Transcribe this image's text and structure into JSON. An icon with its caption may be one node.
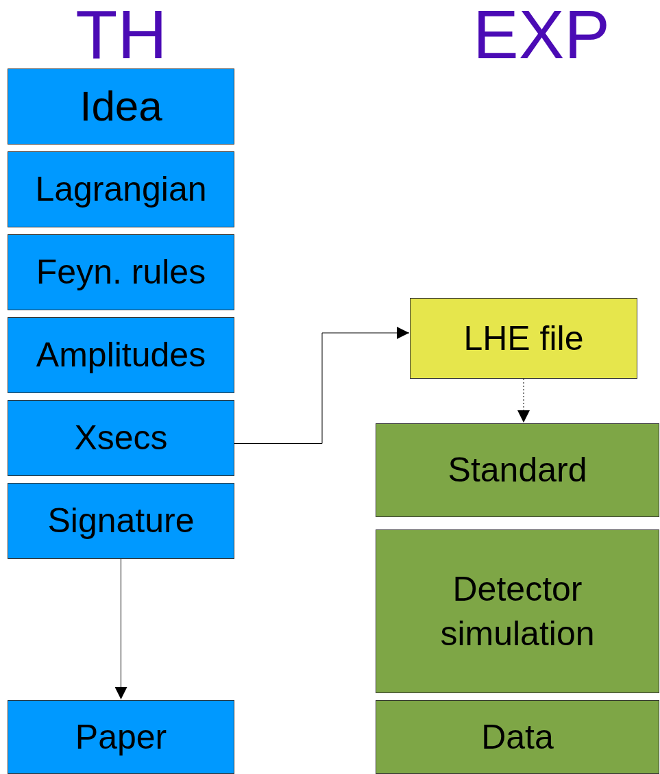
{
  "diagram": {
    "nodes": [
      {
        "text": [
          "Idea"
        ]
      },
      {
        "text": [
          "Lagrangian"
        ]
      },
      {
        "text": [
          "Feyn. rules"
        ]
      },
      {
        "text": [
          "Amplitudes"
        ]
      },
      {
        "text": [
          "Xsecs"
        ]
      },
      {
        "text": [
          "Signature"
        ]
      },
      {
        "text": [
          "Paper"
        ]
      },
      {
        "text": [
          "LHE file"
        ]
      },
      {
        "text": [
          "Standard"
        ]
      },
      {
        "text": [
          "Detector simulation"
        ]
      },
      {
        "text": [
          "Data"
        ]
      }
    ],
    "edges": [
      {
        "from": 4,
        "to": 7,
        "arrow": "to"
      },
      {
        "from": 7,
        "to": 8,
        "arrow": "to",
        "style": "dashed"
      },
      {
        "from": 5,
        "to": 6,
        "arrow": "to"
      }
    ],
    "labels": [
      "TH",
      "EXP"
    ]
  }
}
